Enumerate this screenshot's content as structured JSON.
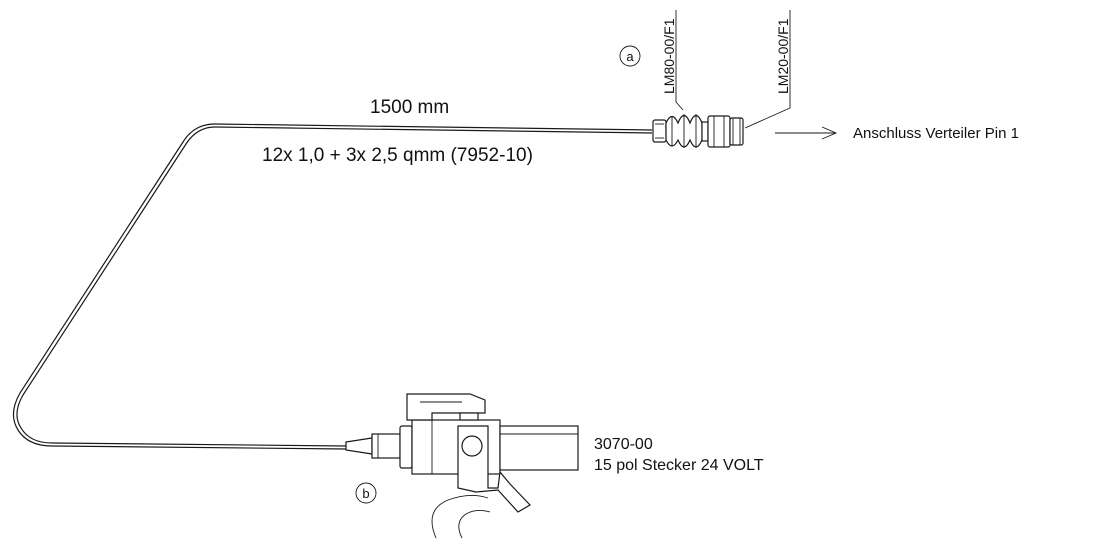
{
  "cable": {
    "length_label": "1500 mm",
    "spec_label": "12x 1,0 + 3x 2,5 qmm (7952-10)"
  },
  "markers": {
    "a": "a",
    "b": "b"
  },
  "parts": {
    "left_connector_code": "LM80-00/F1",
    "right_connector_code": "LM20-00/F1",
    "plug_code": "3070-00",
    "plug_description": "15 pol Stecker 24 VOLT"
  },
  "connection": {
    "target_label": "Anschluss Verteiler Pin 1"
  }
}
